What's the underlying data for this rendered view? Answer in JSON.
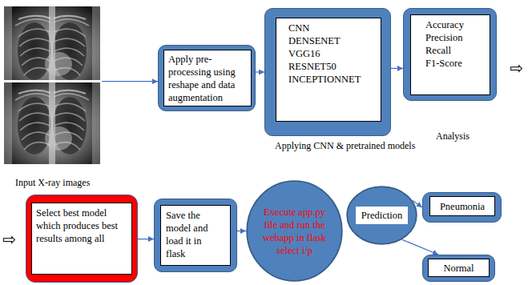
{
  "diagram": {
    "nodes": [
      {
        "text": [
          "Input X-ray images"
        ]
      },
      {
        "text": [
          "Apply pre-processing using reshape and data augmentation"
        ]
      },
      {
        "text": [
          "CNN DENSENET VGG16 RESNET50 INCEPTIONNET",
          "Applying CNN & pretrained models"
        ]
      },
      {
        "text": [
          "Accuracy Precision Recall F1-Score",
          "Analysis"
        ]
      },
      {
        "text": [
          "Select best model which produces best results among all"
        ]
      },
      {
        "text": [
          "Save the model and load it in flask"
        ]
      },
      {
        "text": [
          "Execute app.py file and run the webapp in flask select i/p"
        ]
      },
      {
        "text": [
          "Prediction"
        ]
      },
      {
        "text": [
          "Pneumonia"
        ]
      },
      {
        "text": [
          "Normal"
        ]
      }
    ],
    "edges": [
      {
        "from": 0,
        "to": 1,
        "arrow": "to"
      },
      {
        "from": 1,
        "to": 2,
        "arrow": "to"
      },
      {
        "from": 2,
        "to": 3,
        "arrow": "to"
      },
      {
        "from": 4,
        "to": 5,
        "arrow": "to"
      },
      {
        "from": 5,
        "to": 6,
        "arrow": "to"
      },
      {
        "from": 7,
        "to": 8,
        "arrow": "to"
      },
      {
        "from": 7,
        "to": 9,
        "arrow": "to"
      }
    ],
    "labels": [
      "⇨",
      "⇨"
    ]
  }
}
